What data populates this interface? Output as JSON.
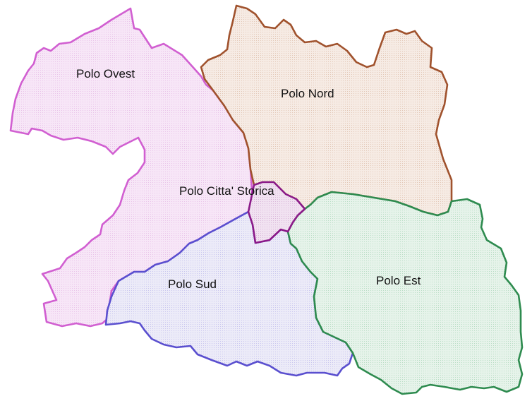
{
  "map": {
    "regions": [
      {
        "id": "ovest",
        "label": "Polo Ovest",
        "stroke": "#d15fd1",
        "fill": "#f7e6f7",
        "dot": "#e9c4e9"
      },
      {
        "id": "nord",
        "label": "Polo Nord",
        "stroke": "#a0522d",
        "fill": "#f6ebe4",
        "dot": "#e2c7b6"
      },
      {
        "id": "storica",
        "label": "Polo Citta' Storica",
        "stroke": "#8b1a89",
        "fill": "#f1e2f1",
        "dot": "#d9b6d9"
      },
      {
        "id": "sud",
        "label": "Polo Sud",
        "stroke": "#5a4fcf",
        "fill": "#ecebf8",
        "dot": "#c9c6ee"
      },
      {
        "id": "est",
        "label": "Polo Est",
        "stroke": "#2e8b4f",
        "fill": "#e6f3ea",
        "dot": "#b9ddc5"
      }
    ]
  }
}
